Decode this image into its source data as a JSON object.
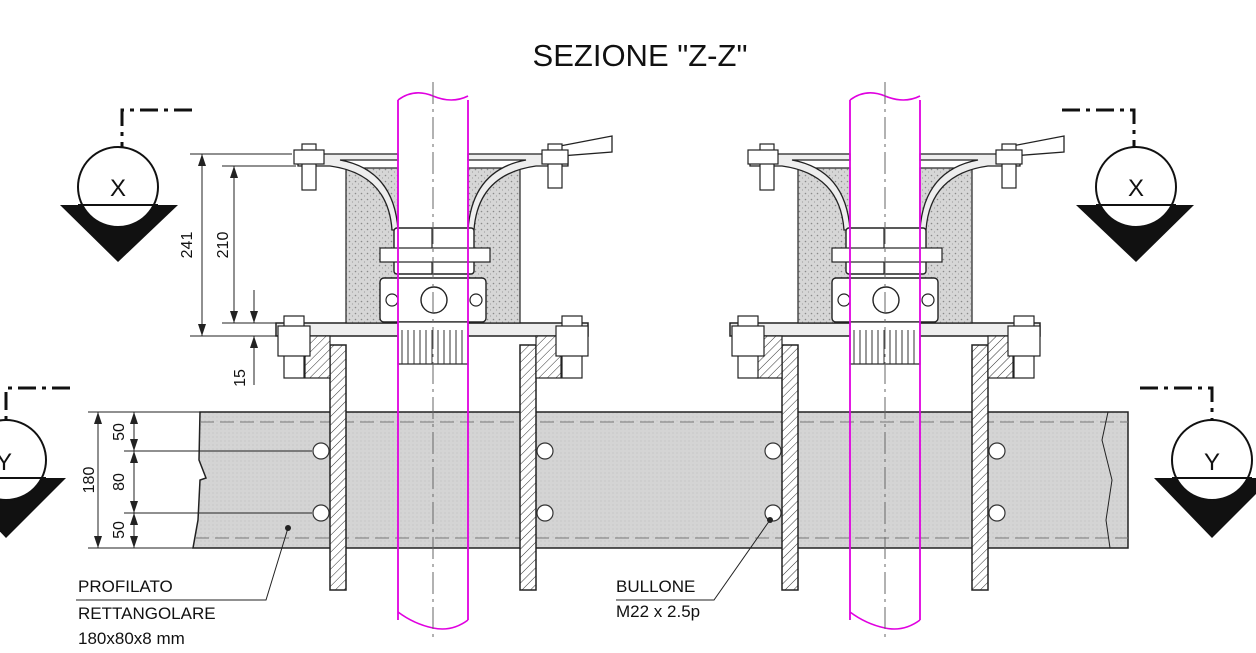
{
  "title": "SEZIONE \"Z-Z\"",
  "section_marks": {
    "upper": "X",
    "lower": "Y"
  },
  "dimensions": {
    "total_height": "241",
    "flange_height": "210",
    "plate_thickness": "15",
    "beam_height": "180",
    "hole_top_offset": "50",
    "hole_spacing": "80",
    "hole_bottom_offset": "50"
  },
  "labels": {
    "beam_line1": "PROFILATO",
    "beam_line2": "RETTANGOLARE",
    "beam_line3": "180x80x8 mm",
    "bolt_line1": "BULLONE",
    "bolt_line2": "M22 x 2.5p"
  },
  "colors": {
    "pipe": "#e000e0",
    "line": "#111111",
    "fill": "#d8d8d8"
  }
}
